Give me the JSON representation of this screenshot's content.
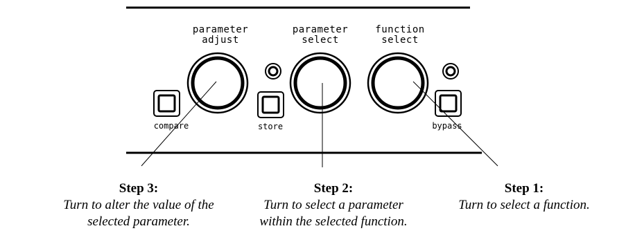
{
  "knobs": {
    "parameter_adjust": {
      "line1": "parameter",
      "line2": "adjust"
    },
    "parameter_select": {
      "line1": "parameter",
      "line2": "select"
    },
    "function_select": {
      "line1": "function",
      "line2": "select"
    }
  },
  "buttons": {
    "compare": "compare",
    "store": "store",
    "bypass": "bypass"
  },
  "steps": {
    "step3": {
      "title": "Step 3:",
      "line1": "Turn to alter the value of the",
      "line2": "selected parameter."
    },
    "step2": {
      "title": "Step 2:",
      "line1": "Turn to select a parameter",
      "line2": "within the selected function."
    },
    "step1": {
      "title": "Step 1:",
      "line1": "Turn to select a function."
    }
  },
  "colors": {
    "ink": "#000000",
    "background": "#ffffff"
  }
}
